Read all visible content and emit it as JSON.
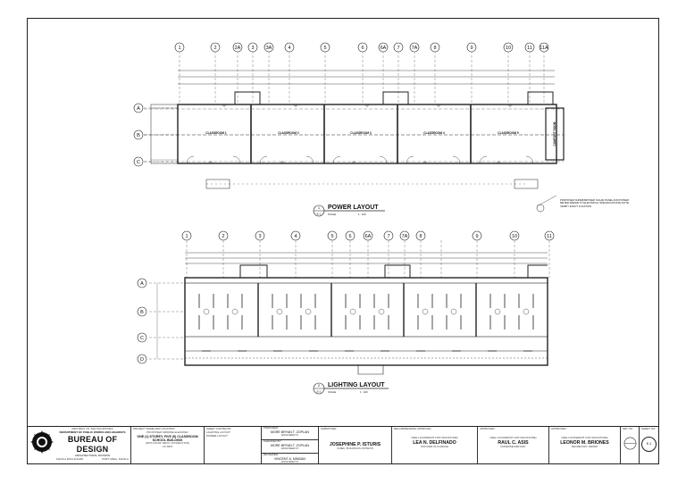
{
  "power_layout": {
    "title": "POWER LAYOUT",
    "ref_top": "1",
    "ref_bottom": "E-1",
    "scale": "SCALE",
    "scale_value": "1 : 100",
    "gridlines_top": [
      "1",
      "2",
      "2A",
      "3",
      "3A",
      "4",
      "5",
      "6",
      "6A",
      "7",
      "7A",
      "8",
      "9",
      "10",
      "11",
      "11A"
    ],
    "gridlines_side": [
      "A",
      "B",
      "C"
    ],
    "room_labels": [
      "CLASSROOM 1",
      "CLASSROOM 2",
      "CLASSROOM 3",
      "CLASSROOM 4",
      "CLASSROOM 5"
    ],
    "side_room": "COMFORT ROOM",
    "note": "PROPOSED SUPERIMPOSED SOLAR PANEL AND POWER METER (REFER TO ELECTRICAL SPECIFICATIONS) NOTE: VERIFY EXACT LOCATION"
  },
  "lighting_layout": {
    "title": "LIGHTING LAYOUT",
    "ref_top": "2",
    "ref_bottom": "E-1",
    "scale": "SCALE",
    "scale_value": "1 : 100",
    "gridlines_top": [
      "1",
      "2",
      "3",
      "4",
      "5",
      "6",
      "6A",
      "7",
      "7A",
      "8",
      "9",
      "10",
      "11"
    ],
    "gridlines_side": [
      "A",
      "B",
      "C",
      "D"
    ]
  },
  "title_block": {
    "republic": "REPUBLIC OF THE PHILIPPINES",
    "department": "DEPARTMENT OF PUBLIC WORKS AND HIGHWAYS",
    "bureau": "BUREAU OF DESIGN",
    "division": "ARCHITECTURAL DIVISION",
    "office": "MANILA BOULEVARD",
    "location": "PORT AREA, MANILA",
    "project_label": "PROJECT NAME AND LOCATION:",
    "project_name": "ONE (1) STOREY, FIVE (5) CLASSROOM SCHOOL BUILDING",
    "project_sub": "PROPOSED MIDRISE ELEVATED",
    "project_note": "(WITH ROOF DECK CONNECTION)",
    "project_code": "CF-SB-5",
    "sheet_contents_label": "SHEET CONTENTS:",
    "sheet_contents": [
      "LIGHTING LAYOUT",
      "POWER LAYOUT"
    ],
    "prepared_label": "PREPARED:",
    "prepared_name": "MORE BRYAN T. ZOPLAN",
    "prepared_role": "ENGINEER III",
    "checked_label": "CHECKED BY:",
    "checked_name": "MORE BRYAN T. ZOPLAN",
    "checked_role": "ENGINEER III",
    "reviewed_label": "REVIEWED:",
    "reviewed_name": "VINCENT A. MINDAN",
    "reviewed_role": "ENGINEER III",
    "submitted_label": "SUBMITTED:",
    "submitted_name": "JOSEPHINE P. ISTURIS",
    "submitted_role": "CHIEF, BUILDINGS DIVISION",
    "recommending_label": "RECOMMENDING APPROVAL:",
    "recommending_sign": "(SEE LOA/PERMIT FOR SIGNATURE)",
    "recommending_name": "LEA N. DELFINADO",
    "recommending_role": "OFFICER-IN-CHARGE",
    "approved1_label": "APPROVED:",
    "approved1_sign": "(SEE LOA/PERMIT FOR SIGNATURE)",
    "approved1_name": "RAUL C. ASIS",
    "approved1_role": "UNDERSECRETARY",
    "approved2_label": "APPROVED:",
    "approved2_sign": "(SEE LOA/PERMIT FOR SIGNATURE)",
    "approved2_name": "LEONOR M. BRIONES",
    "approved2_role": "SECRETARY, DEPED",
    "set_label": "SET NO.",
    "sheet_label": "SHEET NO.",
    "sheet_no": "E-1"
  }
}
